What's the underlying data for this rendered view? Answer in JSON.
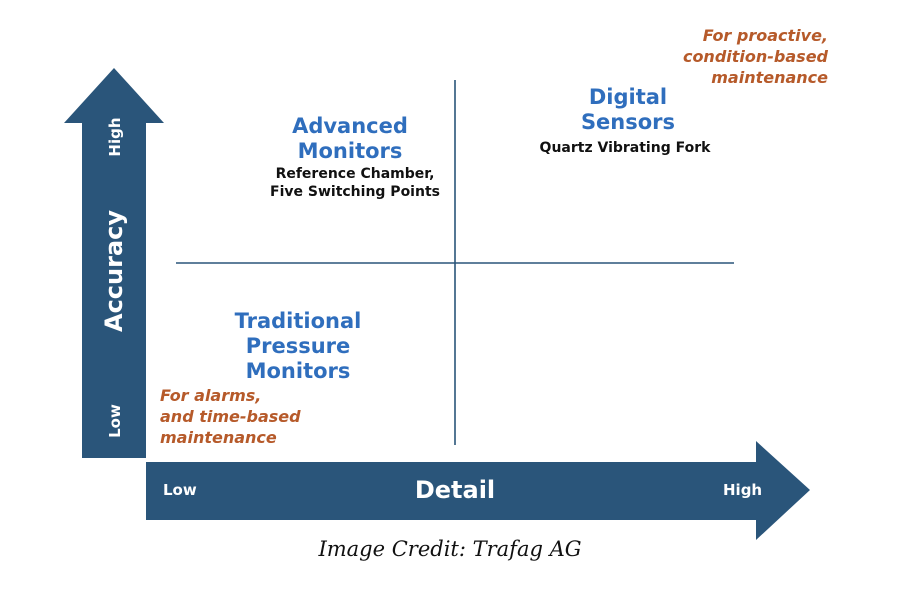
{
  "colors": {
    "arrow": "#2a557a",
    "quadrant_title": "#2f6ebd",
    "note": "#b65a2a",
    "divider": "#2a557a"
  },
  "y_axis": {
    "title": "Accuracy",
    "low_label": "Low",
    "high_label": "High"
  },
  "x_axis": {
    "title": "Detail",
    "low_label": "Low",
    "high_label": "High"
  },
  "quadrants": {
    "top_left": {
      "title_lines": [
        "Advanced",
        "Monitors"
      ],
      "detail_lines": [
        "Reference Chamber,",
        "Five Switching Points"
      ]
    },
    "top_right": {
      "title_lines": [
        "Digital",
        "Sensors"
      ],
      "detail_lines": [
        "Quartz Vibrating Fork"
      ]
    },
    "bottom_left": {
      "title_lines": [
        "Traditional",
        "Pressure",
        "Monitors"
      ]
    }
  },
  "notes": {
    "top_right": [
      "For proactive,",
      "condition-based",
      "maintenance"
    ],
    "bottom_left": [
      "For alarms,",
      "and time-based",
      "maintenance"
    ]
  },
  "credit": "Image Credit: Trafag AG"
}
